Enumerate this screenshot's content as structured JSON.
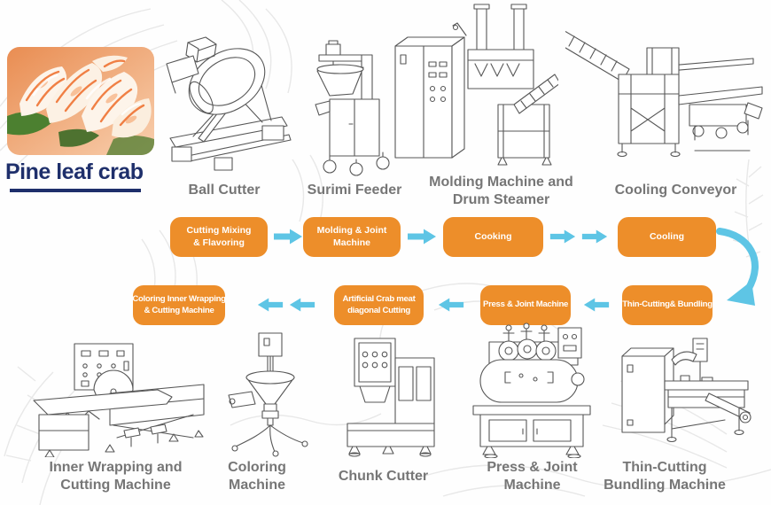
{
  "colors": {
    "accent_orange": "#ED8E2A",
    "arrow_blue": "#5EC5E5",
    "title_navy": "#1E2F6B",
    "label_gray": "#767676",
    "line_gray": "#575757"
  },
  "icons": {
    "arrow_right": "right-arrow shape",
    "arrow_left": "left-arrow shape",
    "arrow_curved": "curved down-left arrow shape"
  },
  "intro": {
    "photo_caption": "Pine leaf crab"
  },
  "top_machines": [
    {
      "label_line1": "Ball Cutter",
      "label_line2": ""
    },
    {
      "label_line1": "Surimi Feeder",
      "label_line2": ""
    },
    {
      "label_line1": "Molding Machine and",
      "label_line2": "Drum Steamer"
    },
    {
      "label_line1": "Cooling Conveyor",
      "label_line2": ""
    }
  ],
  "flow_row1": [
    {
      "line1": "Cutting Mixing",
      "line2": "& Flavoring"
    },
    {
      "line1": "Molding & Joint",
      "line2": "Machine"
    },
    {
      "line1": "Cooking",
      "line2": ""
    },
    {
      "line1": "Cooling",
      "line2": ""
    }
  ],
  "flow_row2": [
    {
      "line1": "Coloring Inner Wrapping",
      "line2": "& Cutting Machine"
    },
    {
      "line1": "Artificial Crab meat",
      "line2": "diagonal Cutting"
    },
    {
      "line1": "Press & Joint Machine",
      "line2": ""
    },
    {
      "line1": "Thin-Cutting& Bundling",
      "line2": ""
    }
  ],
  "bottom_machines": [
    {
      "label_line1": "Inner Wrapping and",
      "label_line2": "Cutting Machine"
    },
    {
      "label_line1": "Coloring",
      "label_line2": "Machine"
    },
    {
      "label_line1": "Chunk Cutter",
      "label_line2": ""
    },
    {
      "label_line1": "Press & Joint",
      "label_line2": "Machine"
    },
    {
      "label_line1": "Thin-Cutting",
      "label_line2": "Bundling Machine"
    }
  ]
}
